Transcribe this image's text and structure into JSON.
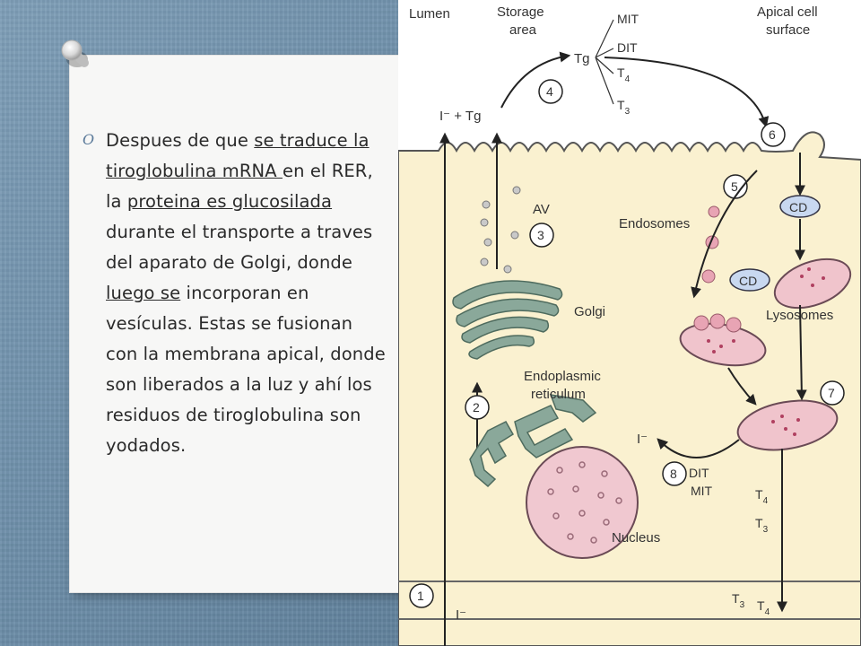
{
  "slide": {
    "bullet_marker": "O",
    "paragraph": {
      "p1": "Despues de que ",
      "p2": "se traduce la tiroglobulina mRNA ",
      "p3": "en el RER, la ",
      "p4": "proteina es glucosilada",
      "p5": " durante el transporte a traves del aparato de Golgi, donde ",
      "p6": "luego se",
      "p7": " incorporan en vesículas. Estas se fusionan con la membrana apical, donde son liberados a la luz y ahí los residuos de tiroglobulina son yodados."
    }
  },
  "diagram": {
    "labels": {
      "lumen": "Lumen",
      "storage_1": "Storage",
      "storage_2": "area",
      "apical_1": "Apical cell",
      "apical_2": "surface",
      "mit_top": "MIT",
      "dit_top": "DIT",
      "tg_center": "Tg",
      "t4_top": "T",
      "t4_top_sub": "4",
      "t3_top": "T",
      "t3_top_sub": "3",
      "iodide_tg": "I⁻  +  Tg",
      "av": "AV",
      "endosomes": "Endosomes",
      "cd1": "CD",
      "cd2": "CD",
      "golgi": "Golgi",
      "lysosomes": "Lysosomes",
      "er_1": "Endoplasmic",
      "er_2": "reticulum",
      "iodide_mid": "I⁻",
      "dit_bottom": "DIT",
      "mit_bottom": "MIT",
      "t4_right": "T",
      "t4_right_sub": "4",
      "t3_right": "T",
      "t3_right_sub": "3",
      "nucleus": "Nucleus",
      "t3_bottom": "T",
      "t3_bottom_sub": "3",
      "t4_bottom": "T",
      "t4_bottom_sub": "4",
      "iodide_bottom": "I⁻"
    },
    "step_numbers": [
      "1",
      "2",
      "3",
      "4",
      "5",
      "6",
      "7",
      "8"
    ],
    "colors": {
      "cell_cytoplasm": "#faf1d0",
      "lumen": "#ffffff",
      "golgi_er": "#8aa89a",
      "nucleus": "#f0c8d0",
      "lysosome": "#f0c4cc",
      "cd_fill": "#c8d8f0",
      "dots": "#b04060"
    }
  }
}
